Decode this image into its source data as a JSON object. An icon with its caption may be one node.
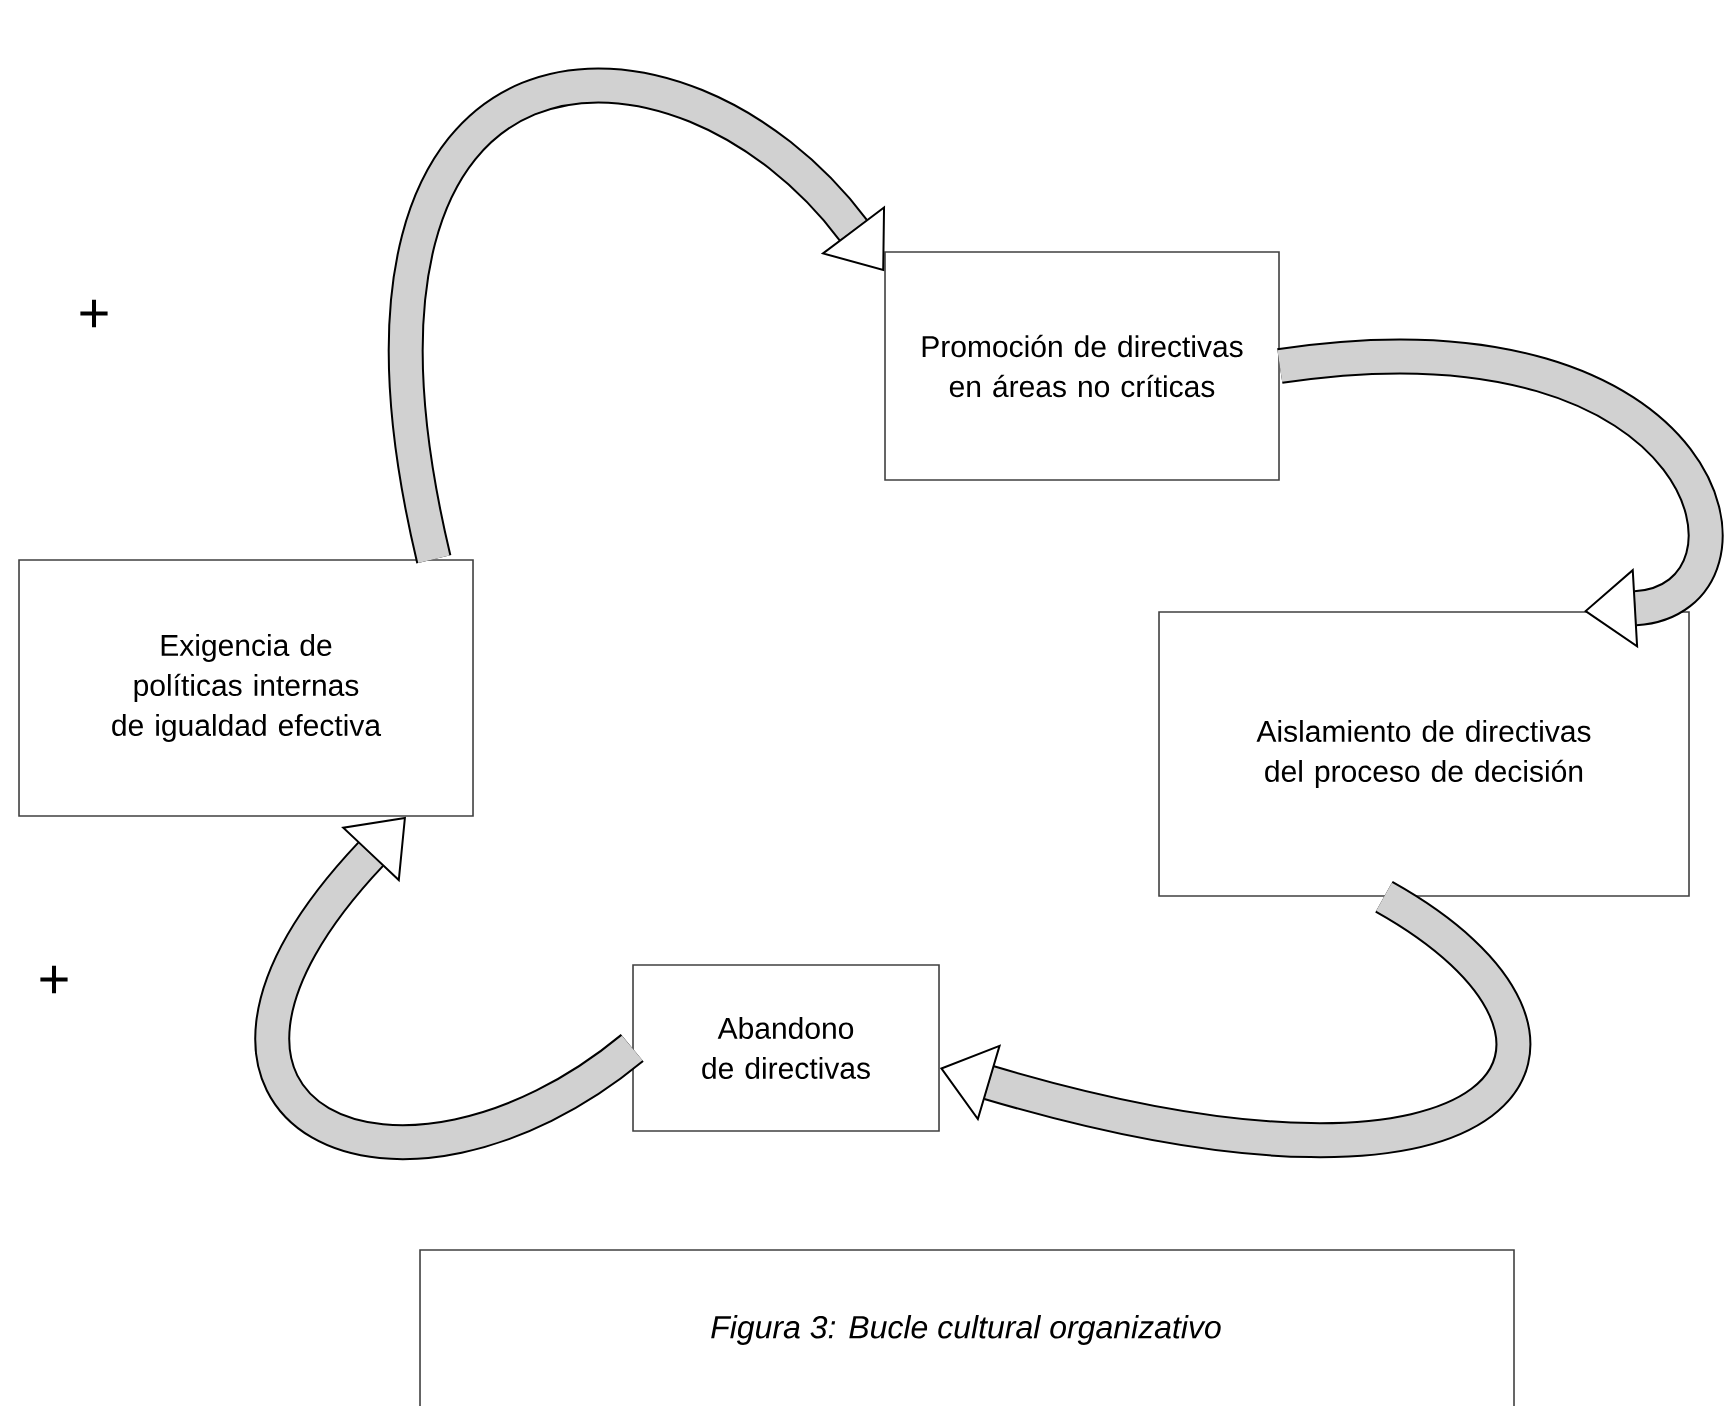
{
  "diagram": {
    "caption": "Figura 3: Bucle cultural organizativo",
    "nodes": [
      {
        "text": [
          "Exigencia de políticas internas de igualdad efectiva"
        ]
      },
      {
        "text": [
          "Promoción de directivas en áreas no críticas"
        ]
      },
      {
        "text": [
          "Aislamiento de directivas del proceso de decisión"
        ]
      },
      {
        "text": [
          "Abandono de directivas"
        ]
      }
    ],
    "edges": [
      {
        "from": 0,
        "to": 1,
        "arrow": "to"
      },
      {
        "from": 1,
        "to": 2,
        "arrow": "to"
      },
      {
        "from": 2,
        "to": 3,
        "arrow": "to"
      },
      {
        "from": 3,
        "to": 0,
        "arrow": "to"
      }
    ],
    "labels": [
      "+",
      "+"
    ]
  }
}
